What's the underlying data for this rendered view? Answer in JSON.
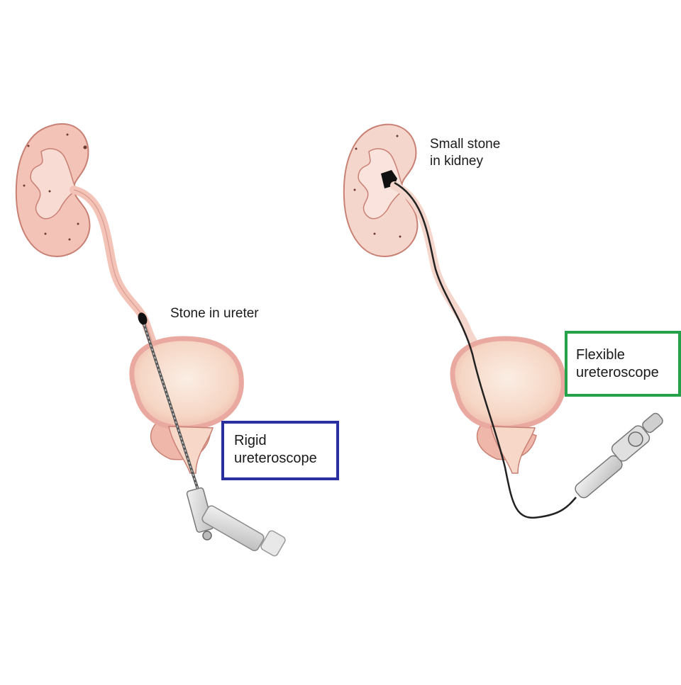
{
  "left_panel": {
    "stone_label": "Stone in ureter",
    "scope_label_line1": "Rigid",
    "scope_label_line2": "ureteroscope",
    "box_color": "#2a2fa0"
  },
  "right_panel": {
    "stone_label_line1": "Small stone",
    "stone_label_line2": "in kidney",
    "scope_label_line1": "Flexible",
    "scope_label_line2": "ureteroscope",
    "box_color": "#26a34a"
  },
  "colors": {
    "kidney_fill": "#f3c3b7",
    "kidney_stroke": "#c98074",
    "bladder_fill": "#f7d8c8",
    "bladder_rim": "#e9a9a0",
    "stone": "#111111",
    "scope_gray": "#8f8f8f"
  }
}
